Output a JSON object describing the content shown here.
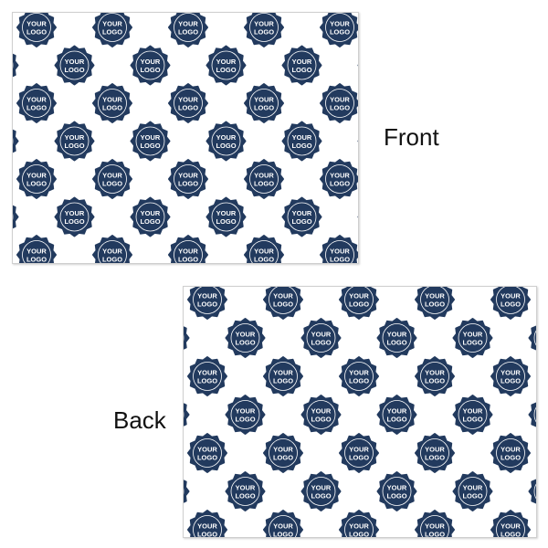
{
  "logo_text_line1": "YOUR",
  "logo_text_line2": "LOGO",
  "colors": {
    "logo_fill": "#223a5e",
    "logo_ring": "#ffffff",
    "logo_text": "#ffffff",
    "background": "#ffffff"
  },
  "front": {
    "label": "Front"
  },
  "back": {
    "label": "Back"
  }
}
